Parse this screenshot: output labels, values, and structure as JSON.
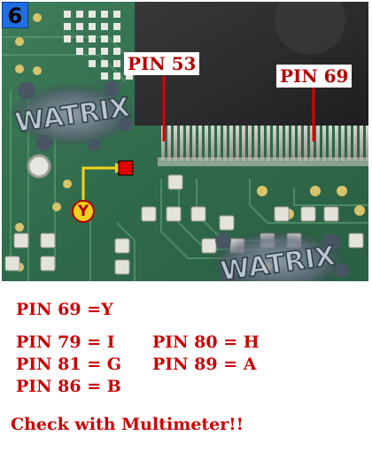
{
  "step": "6",
  "photo": {
    "pin_labels": [
      "PIN 53",
      "PIN 69"
    ],
    "marker_label": "Y",
    "watermark": "WATRIX"
  },
  "legend": {
    "pin69": "PIN 69 =Y",
    "pin79": "PIN 79 = I",
    "pin81": "PIN 81 = G",
    "pin86": "PIN 86 = B",
    "pin80": "PIN 80 = H",
    "pin89": "PIN 89 = A"
  },
  "note": "Check with Multimeter!!",
  "colors": {
    "board": "#2f6a4a",
    "chip": "#2b2b2d",
    "label_red": "#cc0000",
    "badge_blue": "#1f6fe0",
    "marker_yellow": "#f3d21b"
  }
}
